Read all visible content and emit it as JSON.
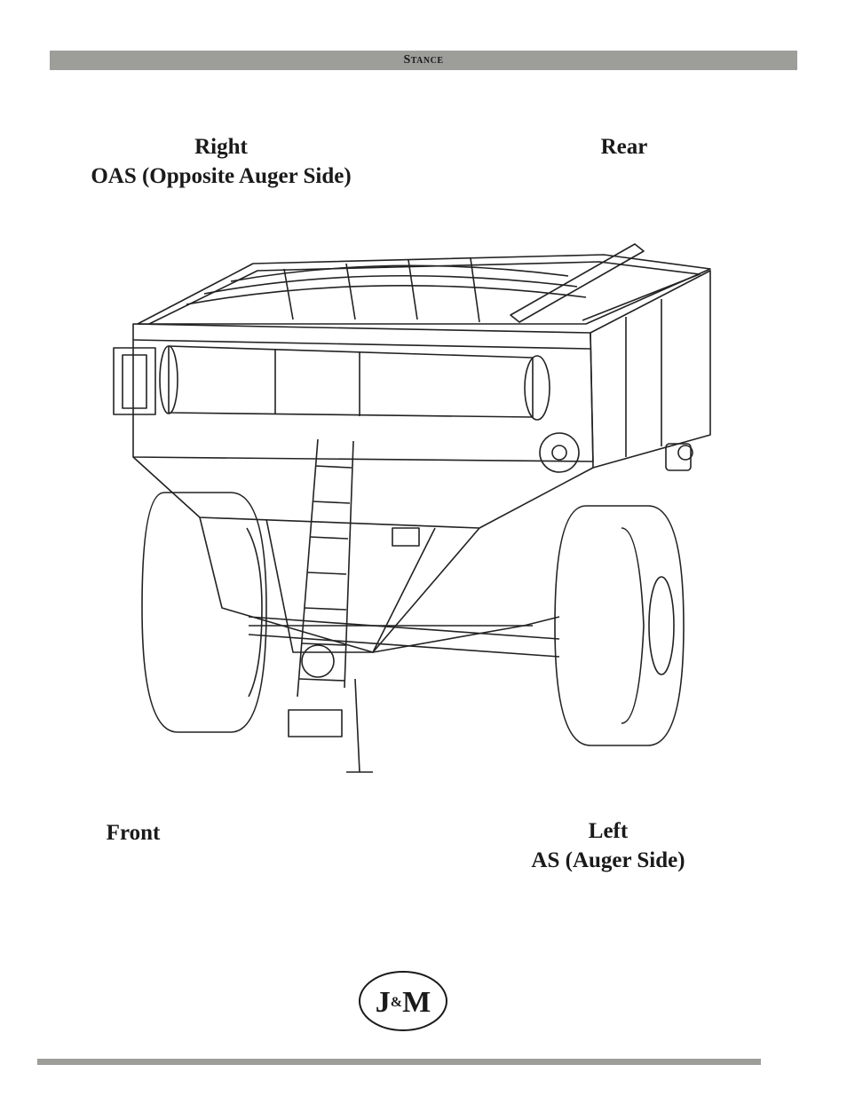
{
  "header": {
    "section_title": "Stance"
  },
  "labels": {
    "right_line1": "Right",
    "right_line2": "OAS (Opposite Auger Side)",
    "rear": "Rear",
    "front": "Front",
    "left_line1": "Left",
    "left_line2": "AS (Auger Side)"
  },
  "logo": {
    "text": "J&M"
  }
}
